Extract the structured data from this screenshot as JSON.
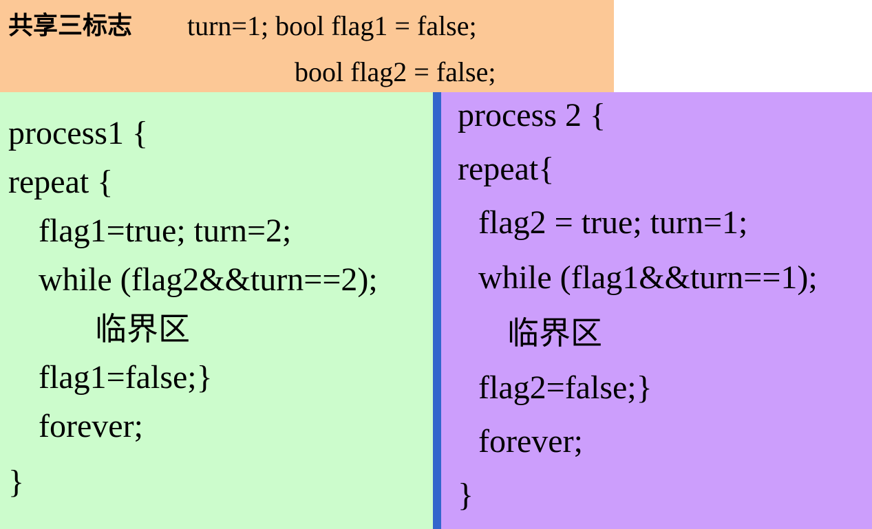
{
  "header": {
    "label": "共享三标志",
    "line1": "turn=1; bool flag1 = false;",
    "line2": "bool flag2 = false;"
  },
  "process1": {
    "lines": [
      "process1  {",
      "repeat {",
      "flag1=true; turn=2;",
      "while (flag2&&turn==2);",
      "临界区",
      "flag1=false;}",
      "forever;",
      "}"
    ]
  },
  "process2": {
    "lines": [
      "process 2 {",
      "repeat{",
      "flag2 = true; turn=1;",
      "while (flag1&&turn==1);",
      "临界区",
      "flag2=false;}",
      "forever;",
      "}"
    ]
  },
  "colors": {
    "header_bg": "#fcc896",
    "process1_bg": "#ccfccc",
    "process2_bg": "#cc9efc",
    "divider": "#3366cc"
  }
}
